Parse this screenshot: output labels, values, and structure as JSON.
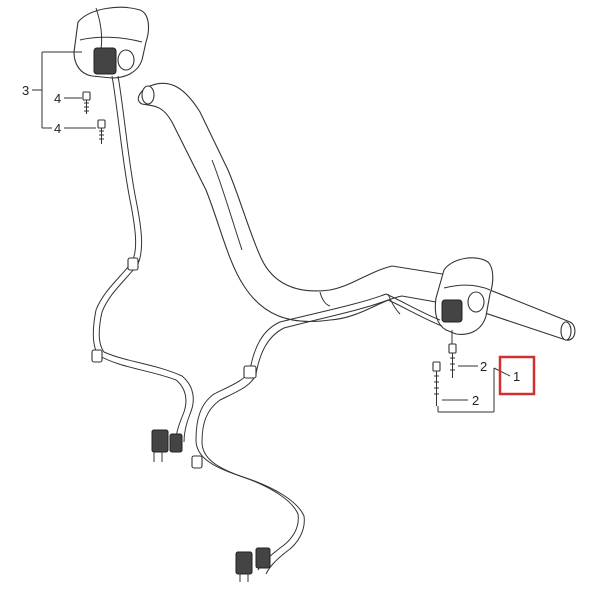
{
  "diagram": {
    "callouts": {
      "c1": "1",
      "c2a": "2",
      "c2b": "2",
      "c3": "3",
      "c4a": "4",
      "c4b": "4"
    },
    "highlight_color": "#d32f2f"
  }
}
